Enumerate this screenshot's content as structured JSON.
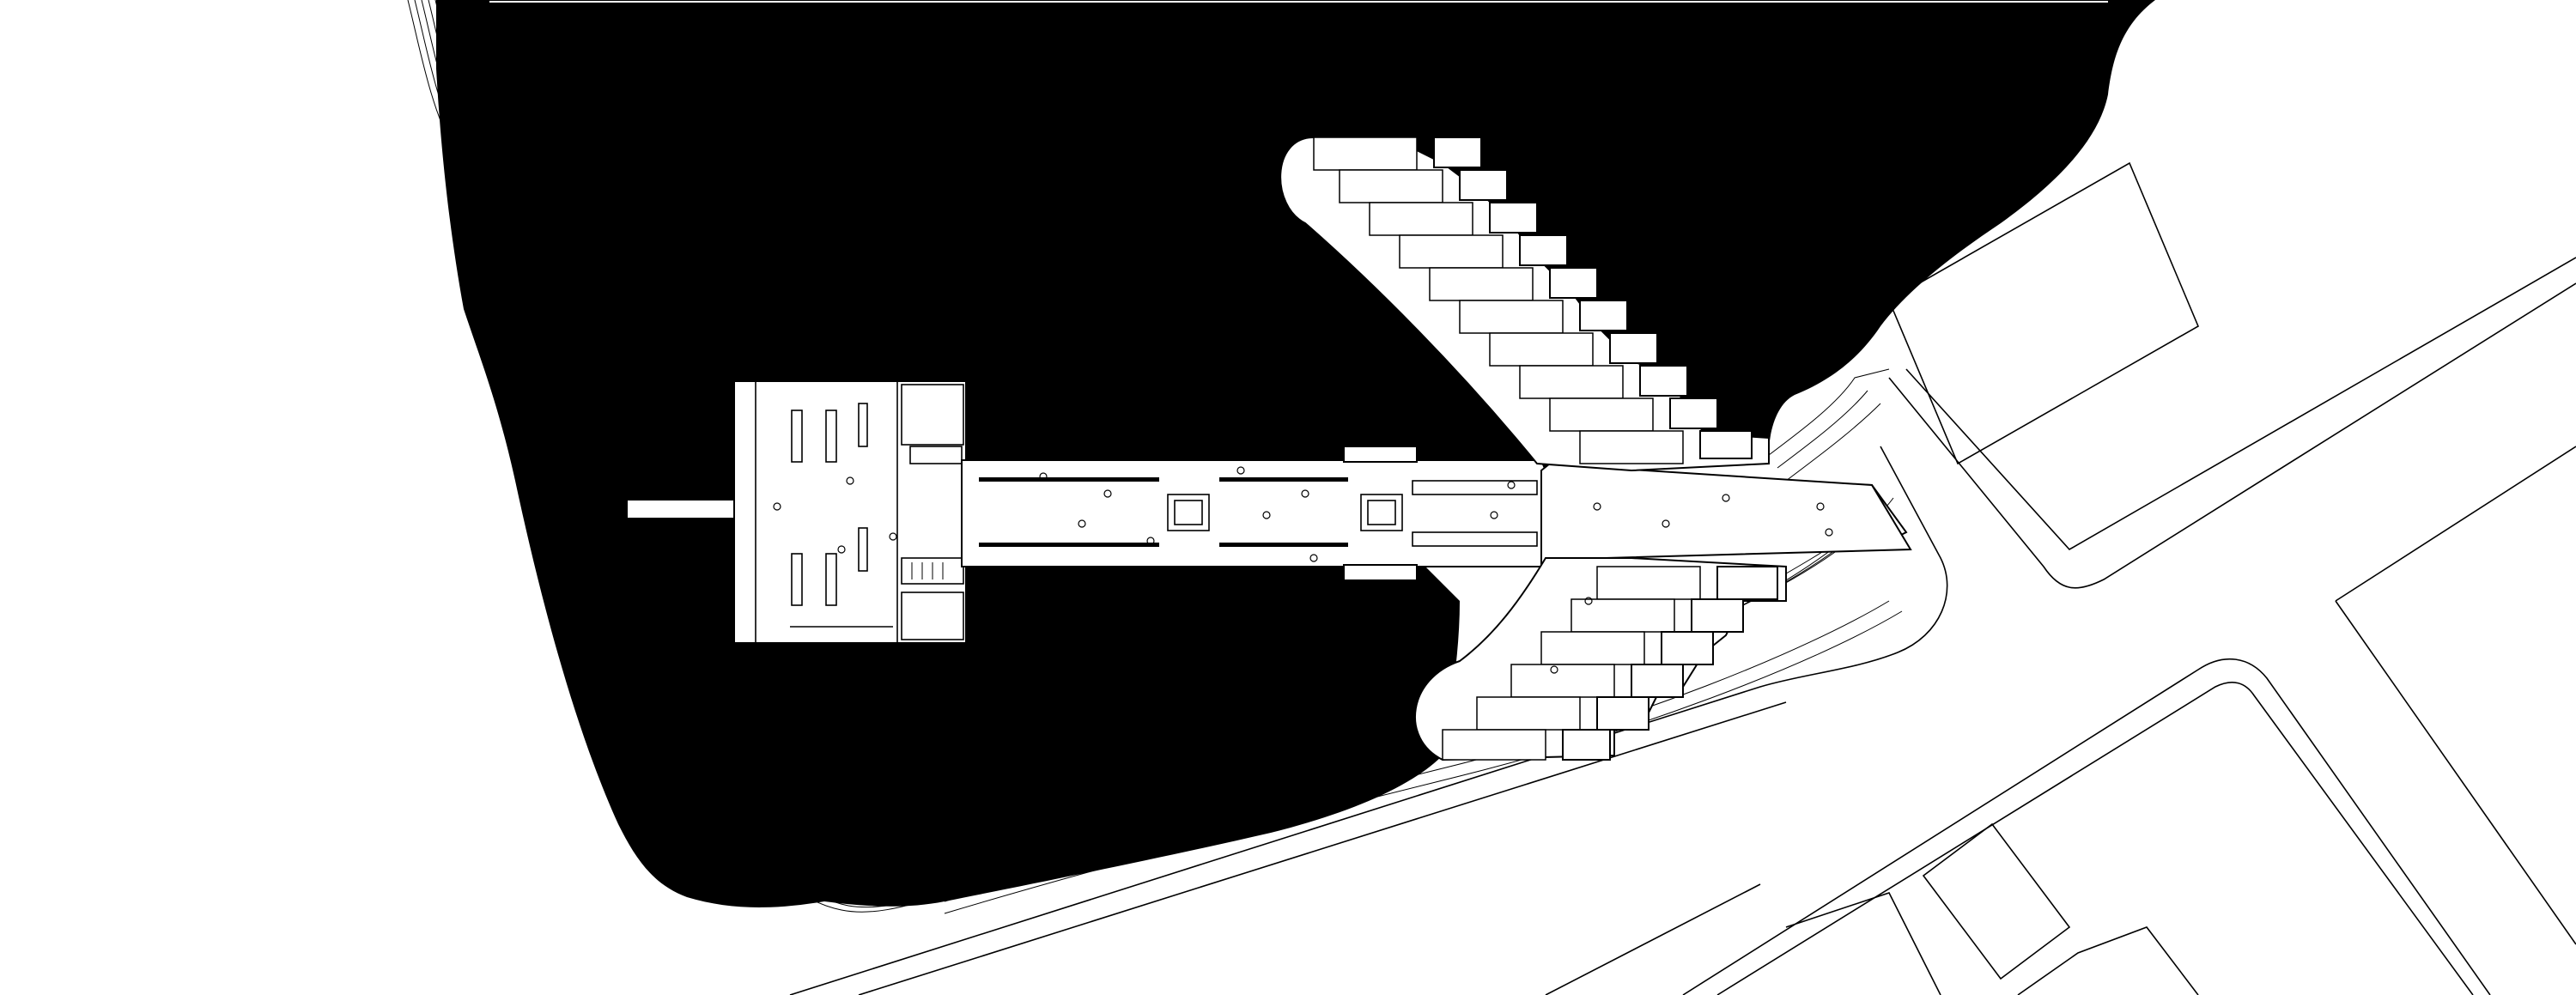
{
  "drawing": {
    "colors": {
      "water": "#000000",
      "ground": "#ffffff",
      "linework": "#000000"
    },
    "elements": {
      "lake": "water",
      "shoreline_bands": "contour-lines",
      "pavilion": "building",
      "boardwalk": "pier",
      "housing_north": "terraced-units",
      "housing_south": "terraced-units",
      "plaza": "square",
      "street_blocks": "city-blocks"
    }
  }
}
